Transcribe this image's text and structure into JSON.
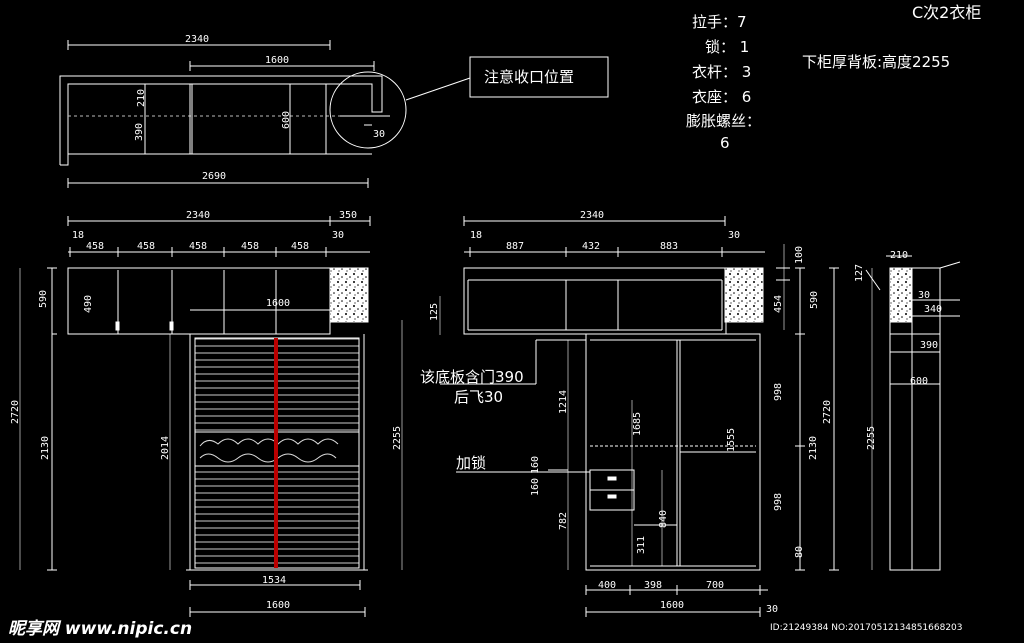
{
  "title": "C次2衣柜",
  "hardware": {
    "handles": "拉手：7",
    "locks": "锁： 1",
    "rods": "衣杆： 3",
    "seats": "衣座： 6",
    "bolts": "膨胀螺丝：",
    "bolts_count": "6"
  },
  "notes": {
    "back_panel": "下柜厚背板:高度2255",
    "callout": "注意收口位置",
    "base_panel_1": "该底板含门390",
    "base_panel_2": "后飞30",
    "lock": "加锁"
  },
  "plan": {
    "w2340": "2340",
    "w1600": "1600",
    "h210": "210",
    "h390": "390",
    "h600": "600",
    "w30": "30",
    "w2690": "2690"
  },
  "front": {
    "w2340": "2340",
    "w350": "350",
    "w18": "18",
    "m1": "458",
    "m2": "458",
    "m3": "458",
    "m4": "458",
    "m5": "458",
    "w30": "30",
    "h590": "590",
    "h490": "490",
    "w1600": "1600",
    "h2720": "2720",
    "h2130": "2130",
    "h2014": "2014",
    "h2255": "2255",
    "w1534": "1534",
    "w1600b": "1600"
  },
  "inner": {
    "w2340": "2340",
    "w18": "18",
    "a": "887",
    "b": "432",
    "c": "883",
    "w30": "30",
    "h125": "125",
    "h1214": "1214",
    "h1685": "1685",
    "h1555": "1555",
    "h160a": "160",
    "h160b": "160",
    "h782": "782",
    "h840": "840",
    "h311": "311",
    "b400": "400",
    "b398": "398",
    "b700": "700",
    "b1600": "1600",
    "b30": "30"
  },
  "side": {
    "h100": "100",
    "h454": "454",
    "h590": "590",
    "h998a": "998",
    "h998b": "998",
    "h80": "80",
    "h2720": "2720",
    "h2130": "2130",
    "h2255": "2255",
    "h127": "127",
    "w210": "210",
    "w30": "30",
    "w340": "340",
    "w390": "390",
    "w600": "600"
  },
  "watermark": {
    "logo": "昵享网 www.nipic.cn",
    "id": "ID:21249384 NO:20170512134851668203"
  }
}
